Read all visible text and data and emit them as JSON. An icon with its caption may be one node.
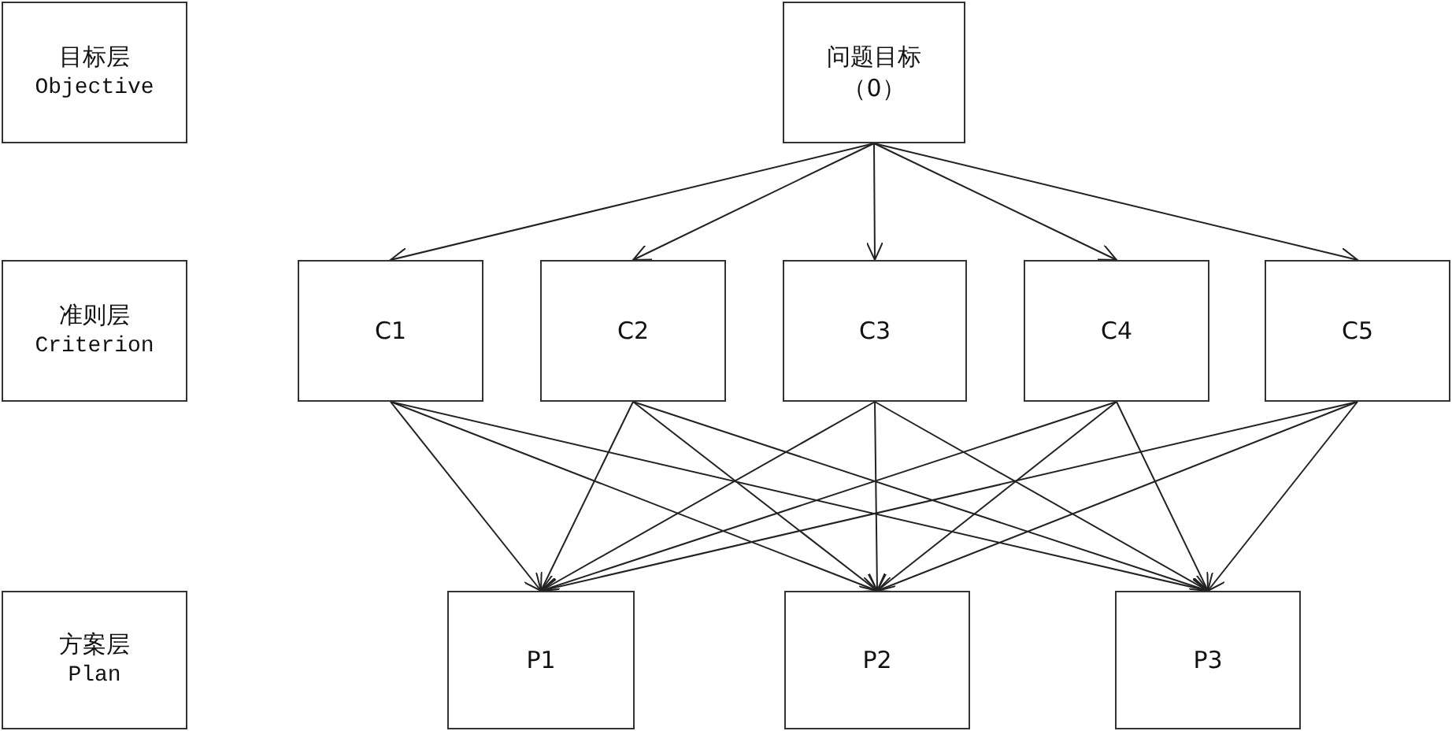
{
  "diagram": {
    "nodes": [
      {
        "text": [
          "目标层",
          "Objective"
        ]
      },
      {
        "text": [
          "准则层",
          "Criterion"
        ]
      },
      {
        "text": [
          "方案层",
          "Plan"
        ]
      },
      {
        "text": [
          "问题目标",
          "（0）"
        ]
      },
      {
        "text": [
          "C1"
        ]
      },
      {
        "text": [
          "C2"
        ]
      },
      {
        "text": [
          "C3"
        ]
      },
      {
        "text": [
          "C4"
        ]
      },
      {
        "text": [
          "C5"
        ]
      },
      {
        "text": [
          "P1"
        ]
      },
      {
        "text": [
          "P2"
        ]
      },
      {
        "text": [
          "P3"
        ]
      }
    ],
    "edges": [
      {
        "from": 3,
        "to": 4,
        "arrow": "to"
      },
      {
        "from": 3,
        "to": 5,
        "arrow": "to"
      },
      {
        "from": 3,
        "to": 6,
        "arrow": "to"
      },
      {
        "from": 3,
        "to": 7,
        "arrow": "to"
      },
      {
        "from": 3,
        "to": 8,
        "arrow": "to"
      },
      {
        "from": 4,
        "to": 9,
        "arrow": "to"
      },
      {
        "from": 4,
        "to": 10,
        "arrow": "to"
      },
      {
        "from": 4,
        "to": 11,
        "arrow": "to"
      },
      {
        "from": 5,
        "to": 9,
        "arrow": "to"
      },
      {
        "from": 5,
        "to": 10,
        "arrow": "to"
      },
      {
        "from": 5,
        "to": 11,
        "arrow": "to"
      },
      {
        "from": 6,
        "to": 9,
        "arrow": "to"
      },
      {
        "from": 6,
        "to": 10,
        "arrow": "to"
      },
      {
        "from": 6,
        "to": 11,
        "arrow": "to"
      },
      {
        "from": 7,
        "to": 9,
        "arrow": "to"
      },
      {
        "from": 7,
        "to": 10,
        "arrow": "to"
      },
      {
        "from": 7,
        "to": 11,
        "arrow": "to"
      },
      {
        "from": 8,
        "to": 9,
        "arrow": "to"
      },
      {
        "from": 8,
        "to": 10,
        "arrow": "to"
      },
      {
        "from": 8,
        "to": 11,
        "arrow": "to"
      }
    ]
  }
}
